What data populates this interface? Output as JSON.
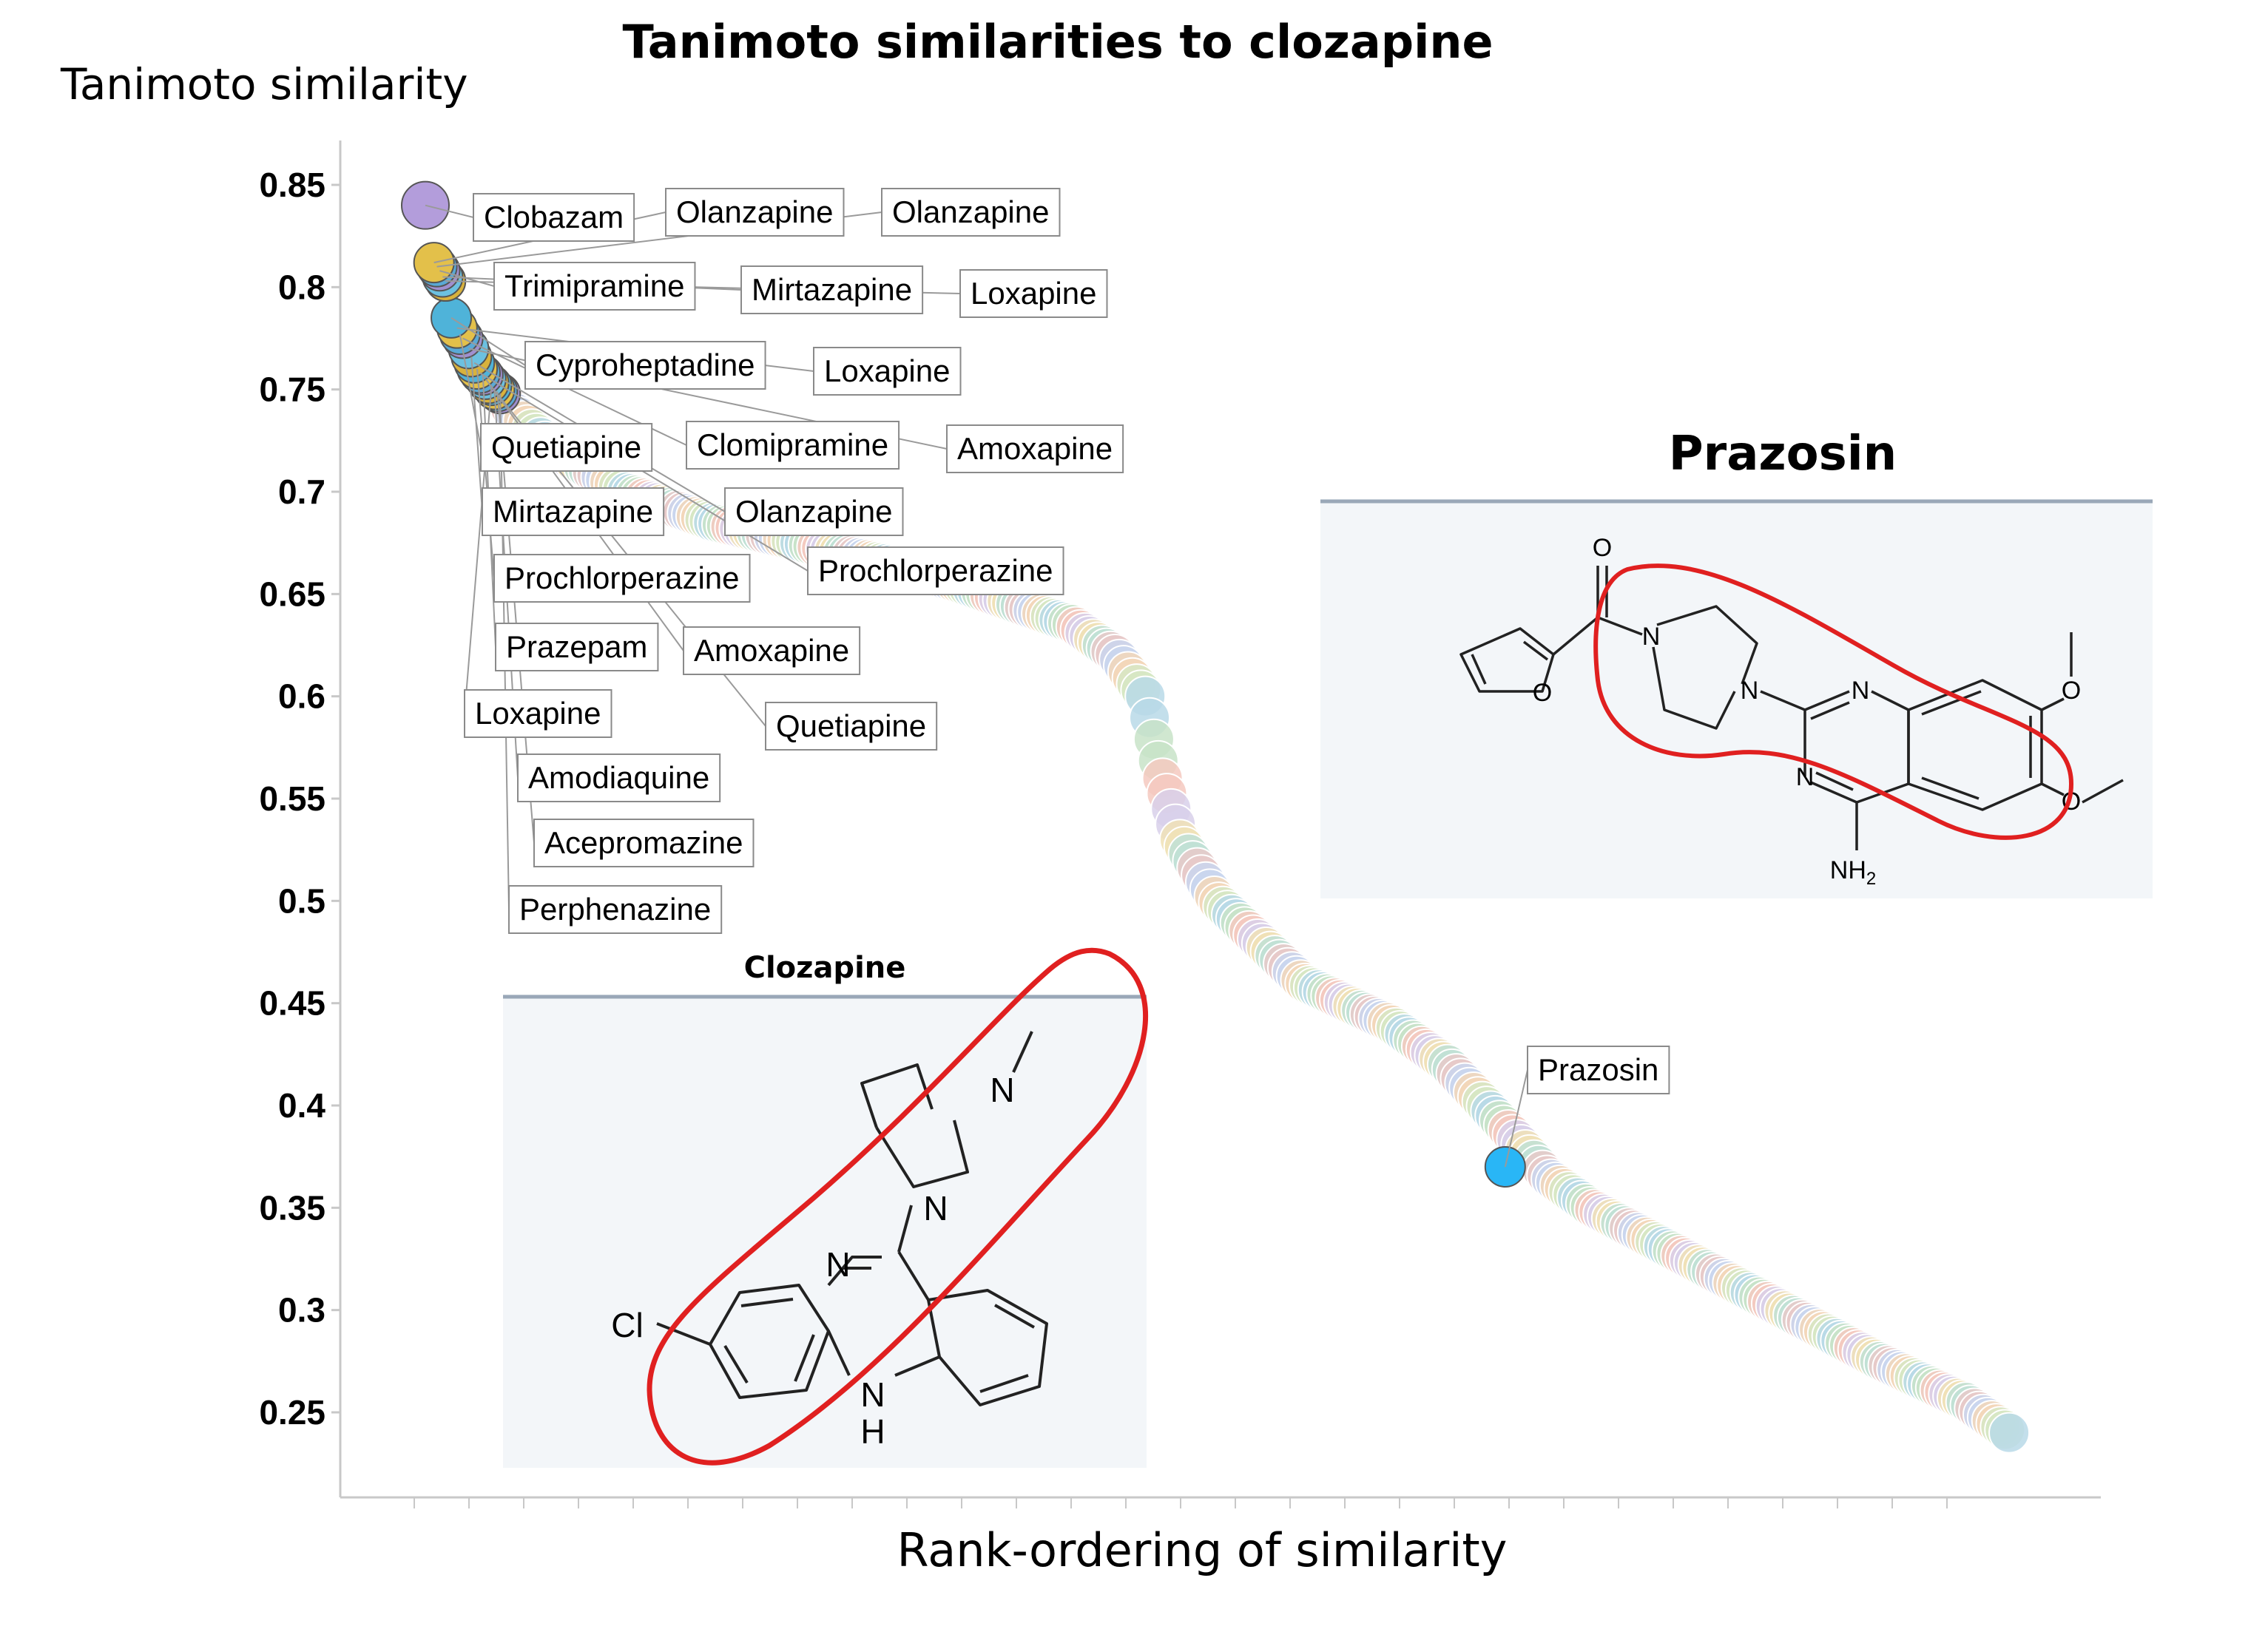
{
  "title": "Tanimoto similarities to clozapine",
  "chart_data": {
    "type": "scatter",
    "title": "Tanimoto similarities to clozapine",
    "ylabel": "Tanimoto similarity",
    "xlabel": "Rank-ordering of similarity",
    "ylim": [
      0.22,
      0.87
    ],
    "xlim": [
      0,
      560
    ],
    "y_ticks": [
      "0.85",
      "0.8",
      "0.75",
      "0.7",
      "0.65",
      "0.6",
      "0.55",
      "0.5",
      "0.45",
      "0.4",
      "0.35",
      "0.3",
      "0.25"
    ],
    "grid": false,
    "legend": "none",
    "series_profile": [
      [
        0,
        0.84
      ],
      [
        5,
        0.81
      ],
      [
        10,
        0.79
      ],
      [
        16,
        0.77
      ],
      [
        22,
        0.755
      ],
      [
        30,
        0.74
      ],
      [
        45,
        0.72
      ],
      [
        70,
        0.7
      ],
      [
        100,
        0.685
      ],
      [
        130,
        0.675
      ],
      [
        160,
        0.665
      ],
      [
        185,
        0.655
      ],
      [
        205,
        0.645
      ],
      [
        225,
        0.635
      ],
      [
        240,
        0.62
      ],
      [
        250,
        0.6
      ],
      [
        255,
        0.565
      ],
      [
        262,
        0.53
      ],
      [
        275,
        0.5
      ],
      [
        290,
        0.48
      ],
      [
        305,
        0.46
      ],
      [
        320,
        0.45
      ],
      [
        335,
        0.44
      ],
      [
        345,
        0.43
      ],
      [
        355,
        0.42
      ],
      [
        365,
        0.405
      ],
      [
        378,
        0.385
      ],
      [
        390,
        0.365
      ],
      [
        405,
        0.35
      ],
      [
        425,
        0.335
      ],
      [
        445,
        0.32
      ],
      [
        465,
        0.305
      ],
      [
        485,
        0.29
      ],
      [
        505,
        0.275
      ],
      [
        520,
        0.265
      ],
      [
        535,
        0.255
      ],
      [
        550,
        0.24
      ]
    ],
    "labeled_points": [
      {
        "name": "Clobazam",
        "x": 0,
        "y": 0.84
      },
      {
        "name": "Olanzapine",
        "x": 3,
        "y": 0.812
      },
      {
        "name": "Olanzapine",
        "x": 4,
        "y": 0.81
      },
      {
        "name": "Trimipramine",
        "x": 5,
        "y": 0.808
      },
      {
        "name": "Mirtazapine",
        "x": 6,
        "y": 0.805
      },
      {
        "name": "Loxapine",
        "x": 7,
        "y": 0.803
      },
      {
        "name": "Cyproheptadine",
        "x": 9,
        "y": 0.785
      },
      {
        "name": "Loxapine",
        "x": 11,
        "y": 0.78
      },
      {
        "name": "Quetiapine",
        "x": 12,
        "y": 0.777
      },
      {
        "name": "Clomipramine",
        "x": 13,
        "y": 0.775
      },
      {
        "name": "Amoxapine",
        "x": 15,
        "y": 0.77
      },
      {
        "name": "Mirtazapine",
        "x": 16,
        "y": 0.766
      },
      {
        "name": "Olanzapine",
        "x": 17,
        "y": 0.763
      },
      {
        "name": "Prochlorperazine",
        "x": 18,
        "y": 0.76
      },
      {
        "name": "Prochlorperazine",
        "x": 19,
        "y": 0.758
      },
      {
        "name": "Prazepam",
        "x": 20,
        "y": 0.757
      },
      {
        "name": "Amoxapine",
        "x": 21,
        "y": 0.755
      },
      {
        "name": "Quetiapine",
        "x": 22,
        "y": 0.753
      },
      {
        "name": "Loxapine",
        "x": 23,
        "y": 0.752
      },
      {
        "name": "Amodiaquine",
        "x": 24,
        "y": 0.75
      },
      {
        "name": "Acepromazine",
        "x": 25,
        "y": 0.749
      },
      {
        "name": "Perphenazine",
        "x": 26,
        "y": 0.748
      },
      {
        "name": "Prazosin",
        "x": 375,
        "y": 0.37
      }
    ]
  },
  "structures": {
    "clozapine": {
      "name": "Clozapine",
      "atoms": {
        "n_methyl": "N",
        "n_pip": "N",
        "n_imine": "N",
        "cl": "Cl",
        "nh_n": "N",
        "nh_h": "H"
      }
    },
    "prazosin": {
      "name": "Prazosin",
      "atoms": {
        "o_carbonyl": "O",
        "o_furan": "O",
        "n_pip1": "N",
        "n_pip2": "N",
        "n_q1": "N",
        "n_q2": "N",
        "o_me1": "O",
        "o_me2": "O",
        "nh2": "NH",
        "nh2_sub": "2"
      }
    }
  },
  "colors": {
    "clobazam": "#b39ddb",
    "prazosin": "#29b6f6",
    "highlight": "#e02020",
    "panel_bg": "#f3f6f9",
    "panel_line": "#9aa8b8"
  }
}
